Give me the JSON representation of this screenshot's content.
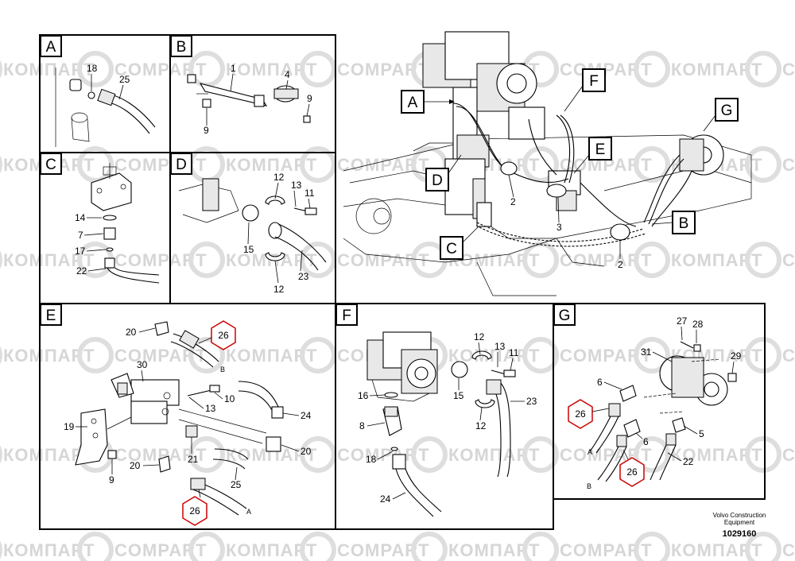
{
  "watermark": {
    "text_cyr": "КОМПАРТ",
    "text_lat": "COMPART"
  },
  "sections": {
    "A": "A",
    "B": "B",
    "C": "C",
    "D": "D",
    "E": "E",
    "F": "F",
    "G": "G"
  },
  "callouts": {
    "A": "A",
    "B": "B",
    "C": "C",
    "D": "D",
    "E": "E",
    "F": "F",
    "G": "G"
  },
  "overview_labels": {
    "n1": "2",
    "n2": "3",
    "n3": "2"
  },
  "section_a": {
    "p18": "18",
    "p25": "25"
  },
  "section_b": {
    "p1": "1",
    "p4": "4",
    "p9a": "9",
    "p9b": "9"
  },
  "section_c": {
    "p14": "14",
    "p7": "7",
    "p17": "17",
    "p22": "22"
  },
  "section_d": {
    "p12a": "12",
    "p13": "13",
    "p11": "11",
    "p15": "15",
    "p12b": "12",
    "p23": "23"
  },
  "section_e": {
    "p20a": "20",
    "p26a": "26",
    "refB": "B",
    "p30": "30",
    "p10": "10",
    "p13": "13",
    "p24": "24",
    "p19": "19",
    "p21": "21",
    "p20b": "20",
    "p9": "9",
    "p20c": "20",
    "p25": "25",
    "p26b": "26",
    "refA": "A"
  },
  "section_f": {
    "p12a": "12",
    "p13": "13",
    "p11": "11",
    "p16": "16",
    "p15": "15",
    "p23": "23",
    "p8": "8",
    "p12b": "12",
    "p18": "18",
    "p24": "24"
  },
  "section_g": {
    "p27": "27",
    "p28": "28",
    "p31": "31",
    "p29": "29",
    "p6a": "6",
    "p26a": "26",
    "p6b": "6",
    "p5": "5",
    "refA": "A",
    "p22": "22",
    "p26b": "26",
    "refB": "B"
  },
  "footer": {
    "company": "Volvo Construction",
    "company2": "Equipment",
    "doc_number": "1029160"
  }
}
